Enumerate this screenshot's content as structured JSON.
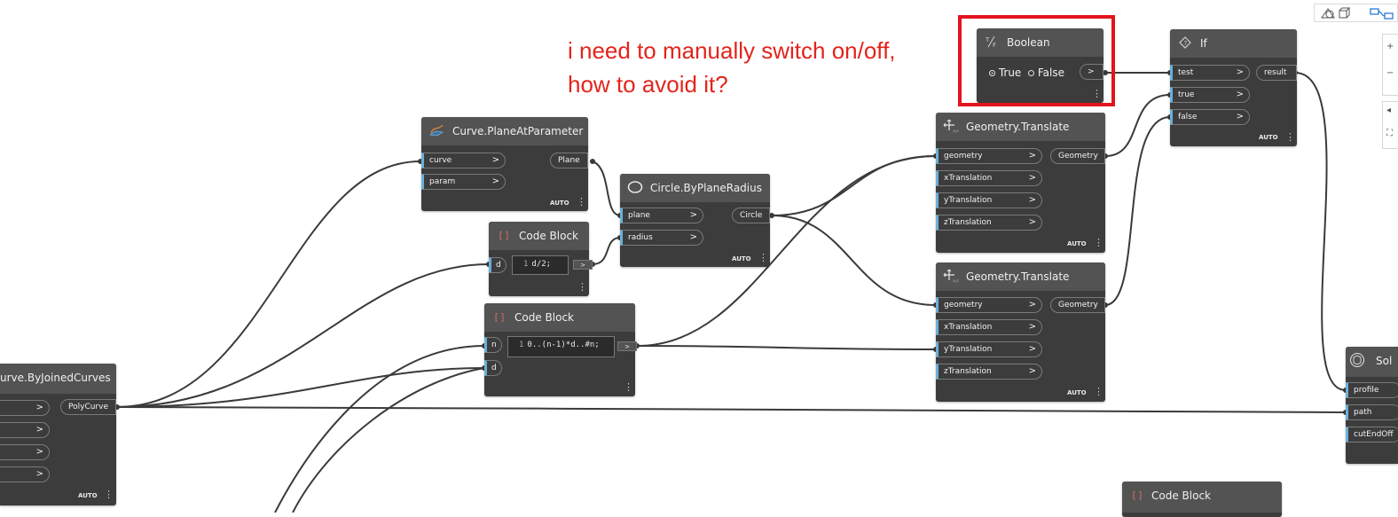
{
  "annotation": {
    "line1": "i need to manually switch on/off,",
    "line2": "how to avoid it?"
  },
  "colors": {
    "annotation_text": "#e3241b",
    "highlight_box": "#e3141c",
    "input_port_marker": "#6ab0d8",
    "node_body": "#3c3c3c",
    "node_header": "#535353"
  },
  "nodes": {
    "boolean": {
      "title": "Boolean",
      "icon": "boolean-icon",
      "true_label": "True",
      "false_label": "False",
      "selected": "True",
      "out_arrow": ">"
    },
    "if_node": {
      "title": "If",
      "icon": "if-icon",
      "inputs": [
        "test",
        "true",
        "false"
      ],
      "output": "result",
      "mode": "AUTO"
    },
    "curve_plane": {
      "title": "Curve.PlaneAtParameter",
      "icon": "curve-plane-icon",
      "inputs": [
        "curve",
        "param"
      ],
      "output": "Plane",
      "mode": "AUTO"
    },
    "circle": {
      "title": "Circle.ByPlaneRadius",
      "icon": "circle-icon",
      "inputs": [
        "plane",
        "radius"
      ],
      "output": "Circle",
      "mode": "AUTO"
    },
    "code1": {
      "title": "Code Block",
      "icon": "code-block-icon",
      "input": "d",
      "line_no": "1",
      "code": "d/2;"
    },
    "code2": {
      "title": "Code Block",
      "icon": "code-block-icon",
      "inputs": [
        "n",
        "d"
      ],
      "line_no": "1",
      "code": "0..(n-1)*d..#n;"
    },
    "code3": {
      "title": "Code Block",
      "icon": "code-block-icon"
    },
    "translate1": {
      "title": "Geometry.Translate",
      "icon": "translate-icon",
      "inputs": [
        "geometry",
        "xTranslation",
        "yTranslation",
        "zTranslation"
      ],
      "output": "Geometry",
      "mode": "AUTO"
    },
    "translate2": {
      "title": "Geometry.Translate",
      "icon": "translate-icon",
      "inputs": [
        "geometry",
        "xTranslation",
        "yTranslation",
        "zTranslation"
      ],
      "output": "Geometry",
      "mode": "AUTO"
    },
    "polycurve": {
      "title": "urve.ByJoinedCurves",
      "output": "PolyCurve",
      "mode": "AUTO"
    },
    "solid": {
      "title": "Sol",
      "icon": "solid-icon",
      "inputs": [
        "profile",
        "path",
        "cutEndOff"
      ]
    }
  },
  "toolbar": {
    "icons": [
      "view-3d-icon",
      "graph-view-icon"
    ]
  }
}
